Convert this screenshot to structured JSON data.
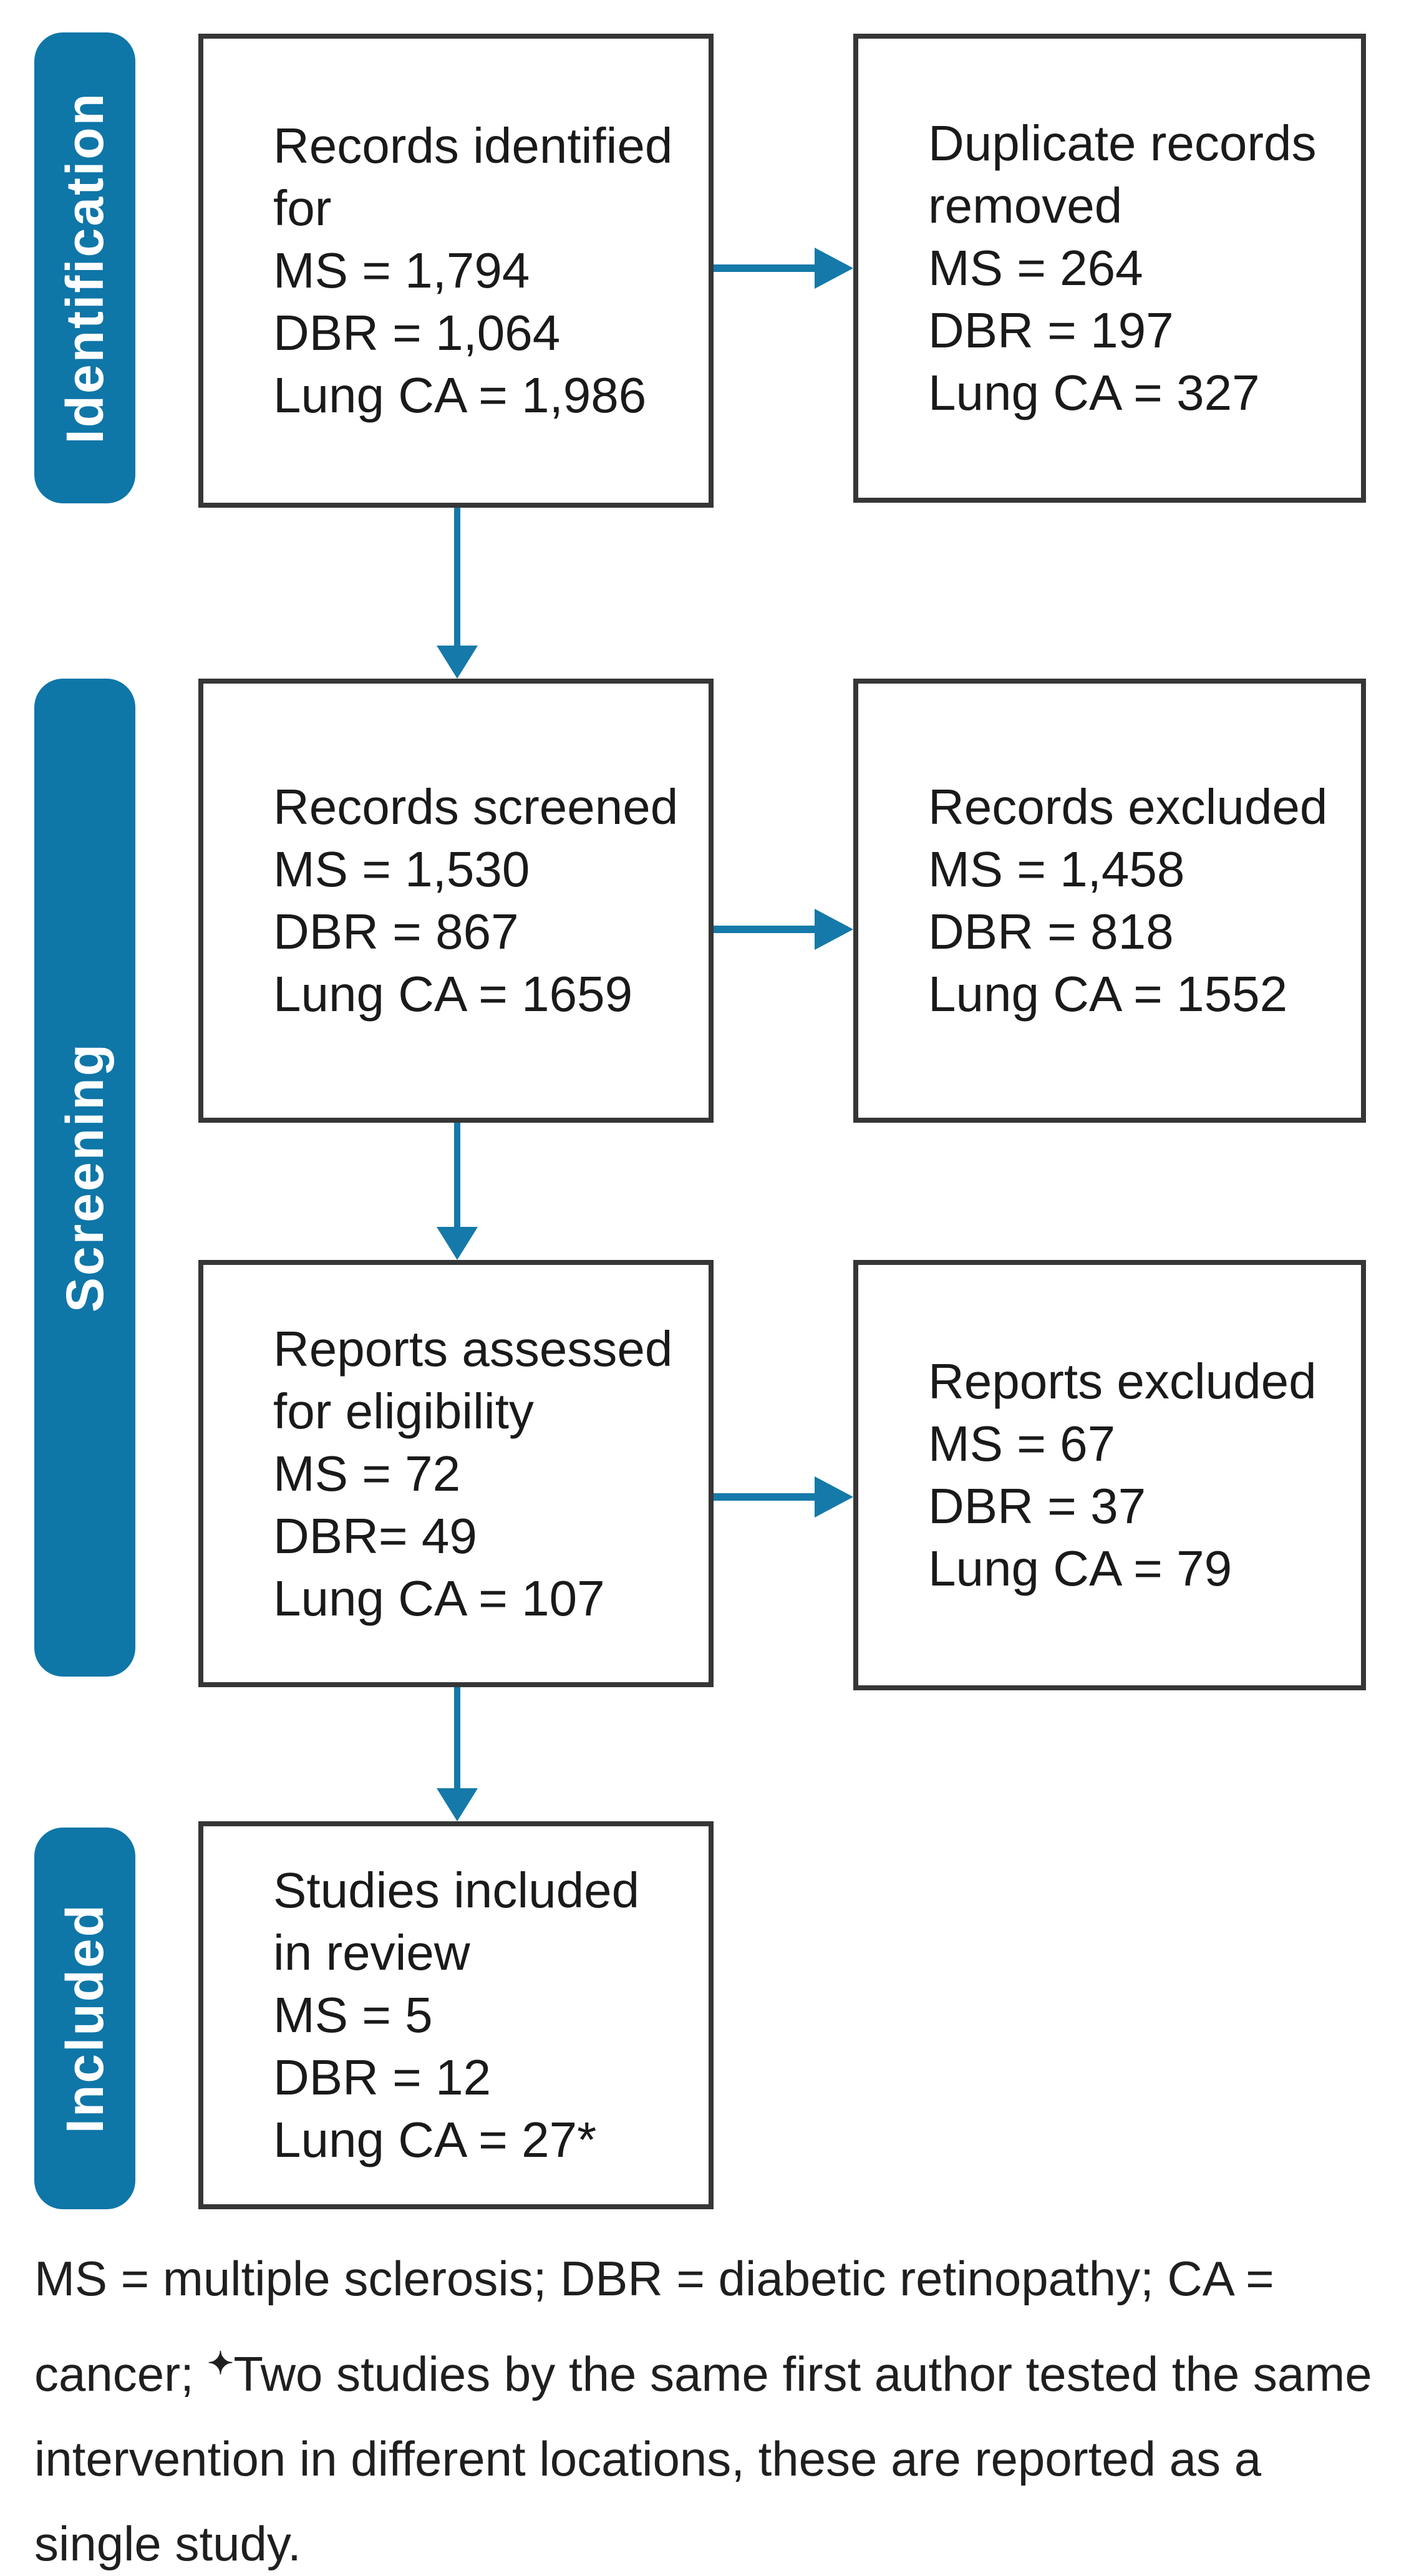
{
  "colors": {
    "stage_bar": "#0F76A8",
    "stage_text": "#FFFFFF",
    "arrow": "#1579A9",
    "box_border": "#363636",
    "box_text": "#1A1A1A",
    "footnote_text": "#1F1F1F",
    "background": "#FFFFFF"
  },
  "stages": [
    {
      "id": "identification",
      "label": "Identification"
    },
    {
      "id": "screening",
      "label": "Screening"
    },
    {
      "id": "included",
      "label": "Included"
    }
  ],
  "boxes": {
    "identified": {
      "lines": [
        "Records identified",
        "for",
        "MS = 1,794",
        "DBR = 1,064",
        "Lung CA = 1,986"
      ]
    },
    "duplicates_removed": {
      "lines": [
        "Duplicate records",
        "removed",
        "MS = 264",
        "DBR = 197",
        "Lung CA = 327"
      ]
    },
    "screened": {
      "lines": [
        "Records screened",
        "MS = 1,530",
        "DBR = 867",
        "Lung CA = 1659"
      ]
    },
    "records_excluded": {
      "lines": [
        "Records excluded",
        "MS = 1,458",
        "DBR = 818",
        "Lung CA = 1552"
      ]
    },
    "assessed": {
      "lines": [
        "Reports assessed",
        "for eligibility",
        "MS = 72",
        "DBR= 49",
        "Lung CA = 107"
      ]
    },
    "reports_excluded": {
      "lines": [
        "Reports excluded",
        "MS = 67",
        "DBR = 37",
        "Lung CA = 79"
      ]
    },
    "included_studies": {
      "lines": [
        "Studies included",
        "in review",
        "MS = 5",
        "DBR = 12",
        "Lung CA = 27*"
      ]
    }
  },
  "footnote": {
    "line1": "MS = multiple sclerosis; DBR = diabetic retinopathy; CA =",
    "line2_prefix": "cancer; ",
    "marker": "✦",
    "line2_rest": "Two studies by the same first author tested the same",
    "line3": "intervention in different locations, these are reported as a",
    "line4": "single study."
  }
}
